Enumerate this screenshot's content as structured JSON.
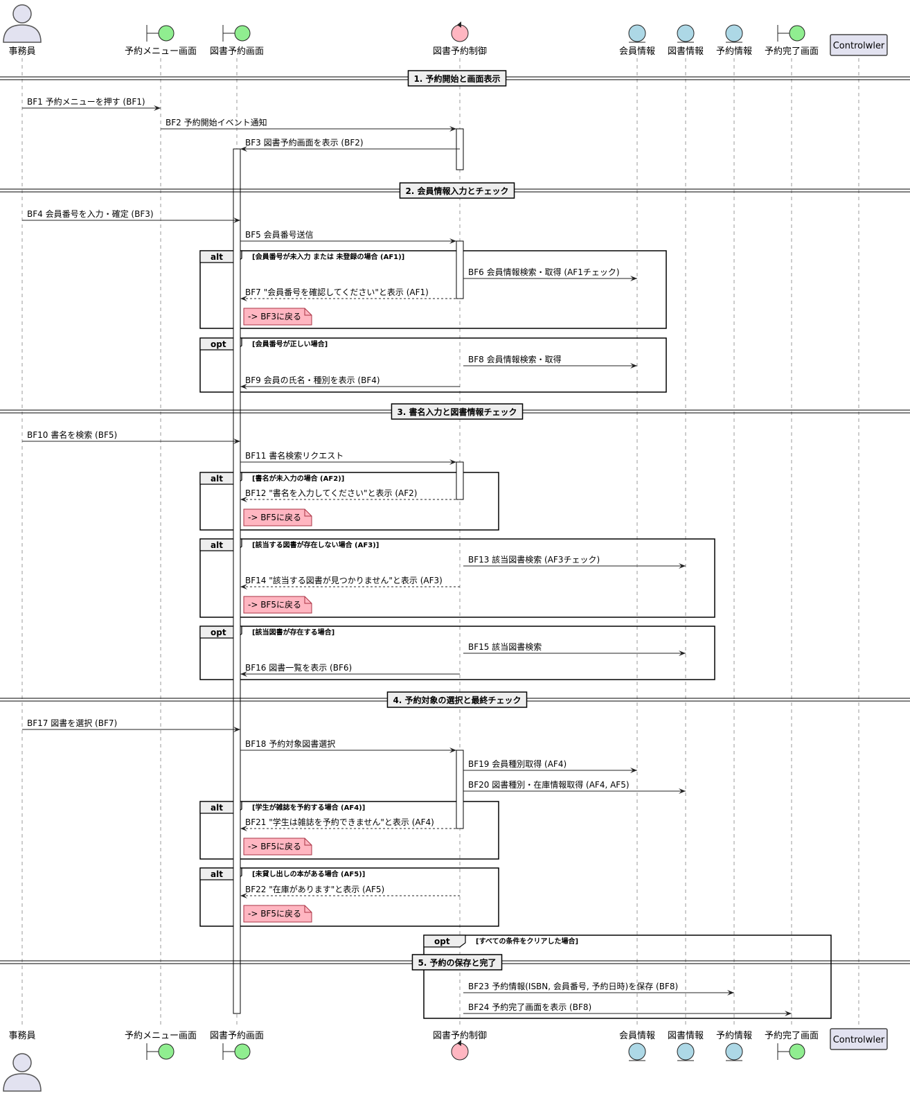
{
  "participants": [
    {
      "id": "clerk",
      "kind": "actor",
      "label": "事務員",
      "color": "#E2E2F0"
    },
    {
      "id": "menu",
      "kind": "boundary",
      "label": "予約メニュー画面",
      "color": "#90EE90"
    },
    {
      "id": "screen",
      "kind": "boundary",
      "label": "図書予約画面",
      "color": "#90EE90"
    },
    {
      "id": "control",
      "kind": "control",
      "label": "図書予約制御",
      "color": "#FFB6C1"
    },
    {
      "id": "member",
      "kind": "entity",
      "label": "会員情報",
      "color": "#ADD8E6"
    },
    {
      "id": "book",
      "kind": "entity",
      "label": "図書情報",
      "color": "#ADD8E6"
    },
    {
      "id": "reserve",
      "kind": "entity",
      "label": "予約情報",
      "color": "#ADD8E6"
    },
    {
      "id": "done",
      "kind": "boundary",
      "label": "予約完了画面",
      "color": "#90EE90"
    },
    {
      "id": "ctrlw",
      "kind": "box",
      "label": "Controlwler",
      "color": "#E2E2F0"
    }
  ],
  "sections": [
    {
      "label": "1. 予約開始と画面表示"
    },
    {
      "label": "2. 会員情報入力とチェック"
    },
    {
      "label": "3. 書名入力と図書情報チェック"
    },
    {
      "label": "4. 予約対象の選択と最終チェック"
    },
    {
      "label": "5. 予約の保存と完了"
    }
  ],
  "messages": [
    {
      "from": "clerk",
      "to": "menu",
      "label": "BF1 予約メニューを押す (BF1)",
      "dashed": false
    },
    {
      "from": "menu",
      "to": "control",
      "label": "BF2 予約開始イベント通知",
      "dashed": false
    },
    {
      "from": "control",
      "to": "screen",
      "label": "BF3 図書予約画面を表示 (BF2)",
      "dashed": false
    },
    {
      "from": "clerk",
      "to": "screen",
      "label": "BF4 会員番号を入力・確定 (BF3)",
      "dashed": false
    },
    {
      "from": "screen",
      "to": "control",
      "label": "BF5 会員番号送信",
      "dashed": false
    },
    {
      "from": "control",
      "to": "member",
      "label": "BF6 会員情報検索・取得 (AF1チェック)",
      "dashed": false
    },
    {
      "from": "control",
      "to": "screen",
      "label": "BF7 \"会員番号を確認してください\"と表示 (AF1)",
      "dashed": true
    },
    {
      "from": "control",
      "to": "member",
      "label": "BF8 会員情報検索・取得",
      "dashed": false
    },
    {
      "from": "control",
      "to": "screen",
      "label": "BF9 会員の氏名・種別を表示 (BF4)",
      "dashed": false
    },
    {
      "from": "clerk",
      "to": "screen",
      "label": "BF10 書名を検索 (BF5)",
      "dashed": false
    },
    {
      "from": "screen",
      "to": "control",
      "label": "BF11 書名検索リクエスト",
      "dashed": false
    },
    {
      "from": "control",
      "to": "screen",
      "label": "BF12 \"書名を入力してください\"と表示 (AF2)",
      "dashed": true
    },
    {
      "from": "control",
      "to": "book",
      "label": "BF13 該当図書検索 (AF3チェック)",
      "dashed": false
    },
    {
      "from": "control",
      "to": "screen",
      "label": "BF14 \"該当する図書が見つかりません\"と表示 (AF3)",
      "dashed": true
    },
    {
      "from": "control",
      "to": "book",
      "label": "BF15 該当図書検索",
      "dashed": false
    },
    {
      "from": "control",
      "to": "screen",
      "label": "BF16 図書一覧を表示 (BF6)",
      "dashed": false
    },
    {
      "from": "clerk",
      "to": "screen",
      "label": "BF17 図書を選択 (BF7)",
      "dashed": false
    },
    {
      "from": "screen",
      "to": "control",
      "label": "BF18 予約対象図書選択",
      "dashed": false
    },
    {
      "from": "control",
      "to": "member",
      "label": "BF19 会員種別取得 (AF4)",
      "dashed": false
    },
    {
      "from": "control",
      "to": "book",
      "label": "BF20 図書種別・在庫情報取得 (AF4, AF5)",
      "dashed": false
    },
    {
      "from": "control",
      "to": "screen",
      "label": "BF21 \"学生は雑誌を予約できません\"と表示 (AF4)",
      "dashed": true
    },
    {
      "from": "control",
      "to": "screen",
      "label": "BF22 \"在庫があります\"と表示 (AF5)",
      "dashed": true
    },
    {
      "from": "control",
      "to": "reserve",
      "label": "BF23 予約情報(ISBN, 会員番号, 予約日時)を保存 (BF8)",
      "dashed": false
    },
    {
      "from": "control",
      "to": "done",
      "label": "BF24 予約完了画面を表示 (BF8)",
      "dashed": false
    }
  ],
  "fragments": [
    {
      "kind": "alt",
      "guard": "[会員番号が未入力 または 未登録の場合 (AF1)]"
    },
    {
      "kind": "opt",
      "guard": "[会員番号が正しい場合]"
    },
    {
      "kind": "alt",
      "guard": "[書名が未入力の場合 (AF2)]"
    },
    {
      "kind": "alt",
      "guard": "[該当する図書が存在しない場合 (AF3)]"
    },
    {
      "kind": "opt",
      "guard": "[該当図書が存在する場合]"
    },
    {
      "kind": "alt",
      "guard": "[学生が雑誌を予約する場合 (AF4)]"
    },
    {
      "kind": "alt",
      "guard": "[未貸し出しの本がある場合 (AF5)]"
    },
    {
      "kind": "opt",
      "guard": "[すべての条件をクリアした場合]"
    }
  ],
  "notes": [
    {
      "text": "-> BF3に戻る"
    },
    {
      "text": "-> BF5に戻る"
    },
    {
      "text": "-> BF5に戻る"
    },
    {
      "text": "-> BF5に戻る"
    },
    {
      "text": "-> BF5に戻る"
    }
  ]
}
